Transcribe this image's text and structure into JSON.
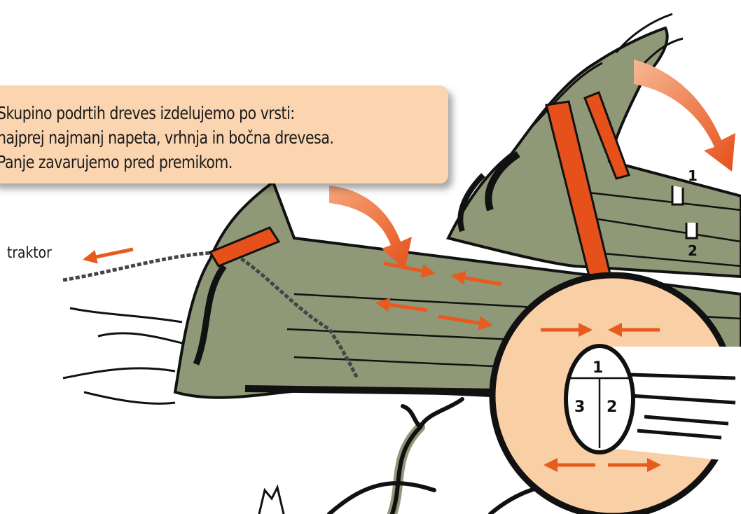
{
  "callout": {
    "lines": [
      "Skupino podrtih dreves izdelujemo po vrsti:",
      "najprej najmanj napeta, vrhnja in bočna drevesa.",
      "Panje zavarujemo pred premikom."
    ]
  },
  "labels": {
    "traktor": "traktor"
  },
  "inset": {
    "cut_1": "1",
    "cut_2": "2",
    "cut_3": "3"
  },
  "trunk_cuts": {
    "top": "1",
    "bottom": "2"
  },
  "colors": {
    "arrow": "#e85a1e",
    "tree_fill": "#8f9877",
    "callout_bg": "#fbd5b0",
    "inset_bg": "#f9cfa5",
    "outline": "#111111"
  }
}
